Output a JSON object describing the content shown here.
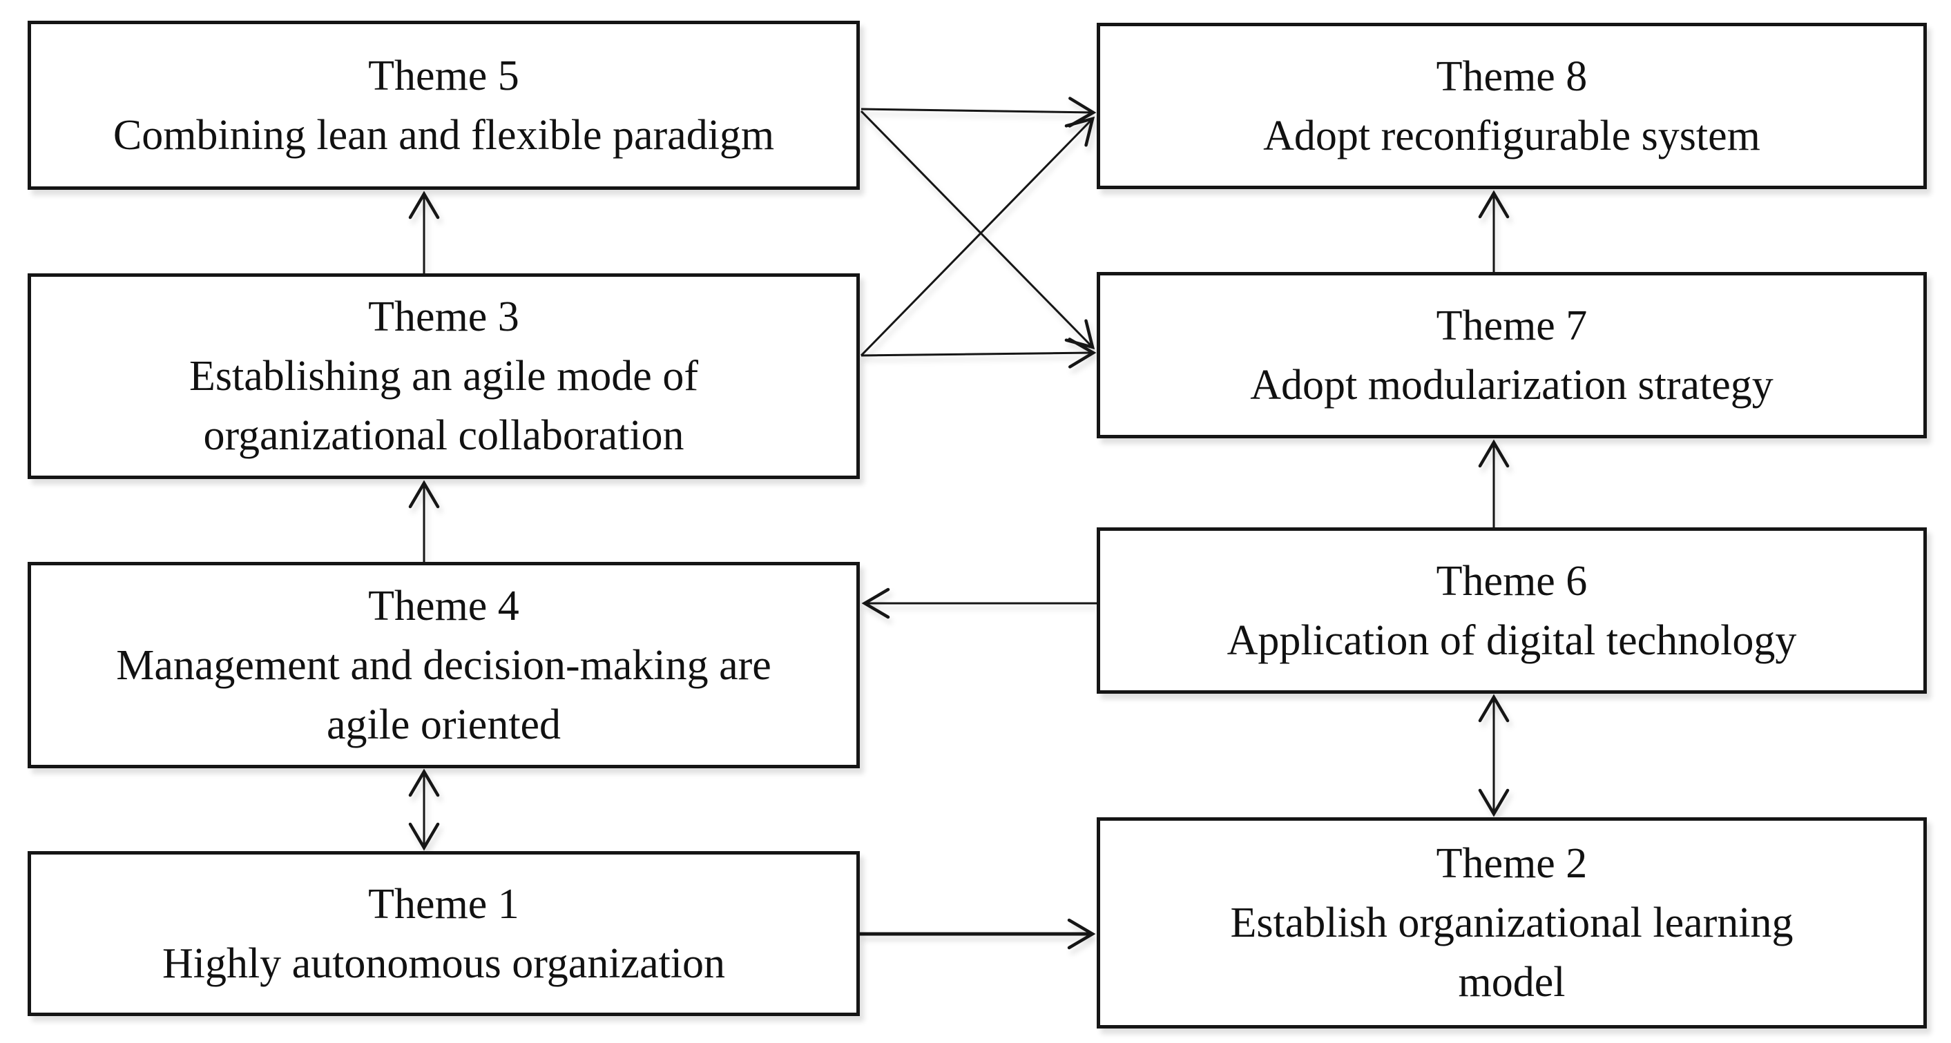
{
  "nodes": {
    "theme5": {
      "title": "Theme 5",
      "lines": [
        "Combining lean and flexible paradigm"
      ]
    },
    "theme8": {
      "title": "Theme 8",
      "lines": [
        "Adopt reconfigurable system"
      ]
    },
    "theme3": {
      "title": "Theme 3",
      "lines": [
        "Establishing an agile mode of",
        "organizational collaboration"
      ]
    },
    "theme7": {
      "title": "Theme 7",
      "lines": [
        "Adopt modularization strategy"
      ]
    },
    "theme4": {
      "title": "Theme 4",
      "lines": [
        "Management and decision-making are",
        "agile oriented"
      ]
    },
    "theme6": {
      "title": "Theme 6",
      "lines": [
        "Application of digital technology"
      ]
    },
    "theme1": {
      "title": "Theme 1",
      "lines": [
        "Highly autonomous organization"
      ]
    },
    "theme2": {
      "title": "Theme 2",
      "lines": [
        "Establish organizational learning",
        "model"
      ]
    }
  },
  "edges": [
    {
      "from": "Theme 3",
      "to": "Theme 5",
      "bidirectional": false
    },
    {
      "from": "Theme 4",
      "to": "Theme 3",
      "bidirectional": false
    },
    {
      "from": "Theme 1",
      "to": "Theme 4",
      "bidirectional": true
    },
    {
      "from": "Theme 5",
      "to": "Theme 8",
      "bidirectional": false
    },
    {
      "from": "Theme 5",
      "to": "Theme 7",
      "bidirectional": false
    },
    {
      "from": "Theme 3",
      "to": "Theme 8",
      "bidirectional": false
    },
    {
      "from": "Theme 3",
      "to": "Theme 7",
      "bidirectional": false
    },
    {
      "from": "Theme 7",
      "to": "Theme 8",
      "bidirectional": false
    },
    {
      "from": "Theme 6",
      "to": "Theme 7",
      "bidirectional": false
    },
    {
      "from": "Theme 6",
      "to": "Theme 4",
      "bidirectional": false
    },
    {
      "from": "Theme 6",
      "to": "Theme 2",
      "bidirectional": true
    },
    {
      "from": "Theme 1",
      "to": "Theme 2",
      "bidirectional": false
    }
  ],
  "colors": {
    "line": "#151515",
    "background": "#ffffff",
    "text": "#111111"
  }
}
